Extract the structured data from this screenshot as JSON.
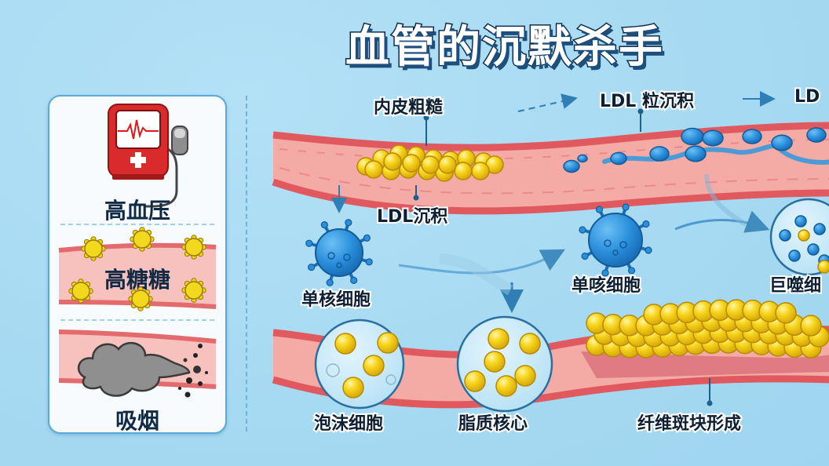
{
  "title": "血管的沉默杀手",
  "risk_factors": [
    {
      "label": "高血压",
      "icon": "blood-pressure-monitor-icon"
    },
    {
      "label": "高糖糖",
      "icon": "glucose-particles-icon"
    },
    {
      "label": "吸烟",
      "icon": "smoke-cloud-icon"
    }
  ],
  "process": {
    "top_labels": {
      "endothelium": "内皮粗糙",
      "ldl_particle": "LDL 粒沉积",
      "ldl_cut": "LD",
      "ldl_deposit": "LDL沉积"
    },
    "cells": {
      "monocyte_1": "单核细胞",
      "monocyte_2": "单咳细胞",
      "macrophage": "巨噬细"
    },
    "bottom_labels": {
      "foam_cell": "泡沫细胞",
      "lipid_core": "脂质核心",
      "fibrous_plaque": "纤维斑块形成"
    }
  },
  "colors": {
    "background": "#a9dcf3",
    "vessel_wall": "#f4a7a3",
    "vessel_edge": "#e05a5f",
    "lipid": "#f7d51c",
    "cell_blue": "#2b8fdc",
    "arrow": "#2f7fb5"
  }
}
